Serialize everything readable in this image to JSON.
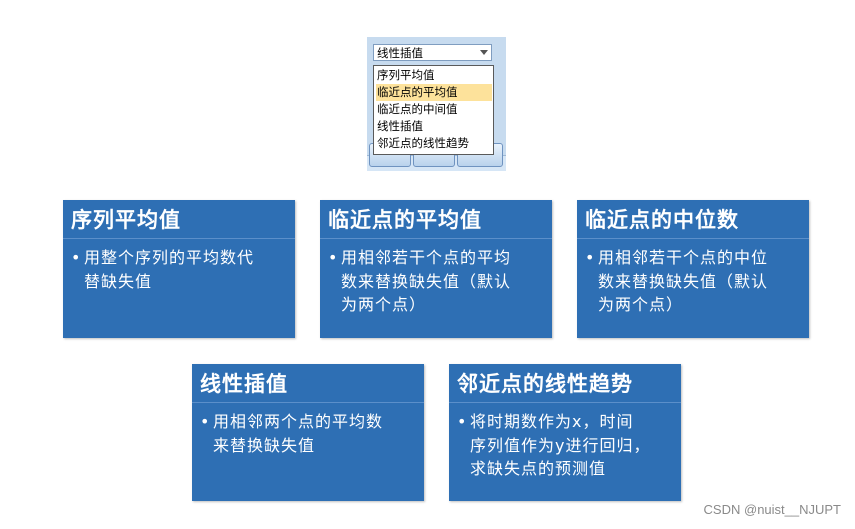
{
  "dropdown": {
    "selected_value": "线性插值",
    "options": [
      "序列平均值",
      "临近点的平均值",
      "临近点的中间值",
      "线性插值",
      "邻近点的线性趋势"
    ],
    "highlighted_index": 1
  },
  "cards": [
    {
      "title": "序列平均值",
      "lines": [
        "用整个序列的平均数代",
        "替缺失值"
      ]
    },
    {
      "title": "临近点的平均值",
      "lines": [
        "用相邻若干个点的平均",
        "数来替换缺失值（默认",
        "为两个点）"
      ]
    },
    {
      "title": "临近点的中位数",
      "lines": [
        "用相邻若干个点的中位",
        "数来替换缺失值（默认",
        "为两个点）"
      ]
    },
    {
      "title": "线性插值",
      "lines": [
        "用相邻两个点的平均数",
        "来替换缺失值"
      ]
    },
    {
      "title": "邻近点的线性趋势",
      "lines": [
        "将时期数作为x，时间",
        "序列值作为y进行回归，",
        "求缺失点的预测值"
      ]
    }
  ],
  "watermark": "CSDN @nuist__NJUPT",
  "colors": {
    "card_bg": "#2e6fb4",
    "highlight": "#fde29b"
  }
}
